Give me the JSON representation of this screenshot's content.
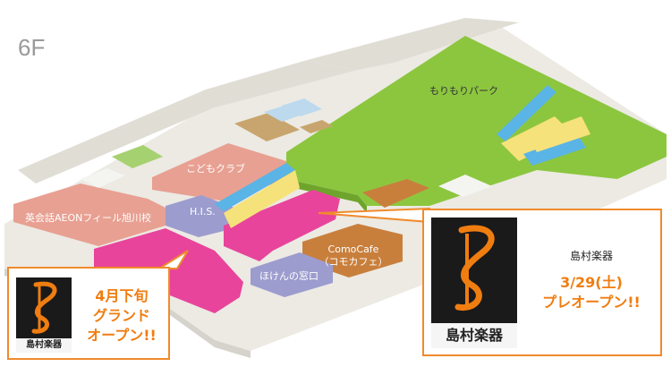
{
  "floor": {
    "label": "6F"
  },
  "areas": {
    "morimori_park": "もりもりパーク",
    "kodomo_club": "こどもクラブ",
    "eikaiwa": "英会話AEONフィール旭川校",
    "his": "H.I.S.",
    "como_cafe": "ComoCafe",
    "como_cafe_kana": "（コモカフェ）",
    "hoken": "ほけんの窓口"
  },
  "callout_small": {
    "logo_text": "島村楽器",
    "line1": "4月下旬",
    "line2": "グランド",
    "line3": "オープン!!"
  },
  "callout_large": {
    "logo_text": "島村楽器",
    "store_name": "島村楽器",
    "date": "3/29(土)",
    "open_text": "プレオープン!!"
  },
  "colors": {
    "green": "#8cc63f",
    "pink": "#e8449b",
    "salmon": "#e8a092",
    "lavender": "#9c9ccf",
    "orange_brown": "#c97f3c",
    "escalator_blue": "#5ab4e6",
    "escalator_yellow": "#f6e27a",
    "callout_border": "#f08a2c",
    "callout_text": "#f07d10"
  }
}
